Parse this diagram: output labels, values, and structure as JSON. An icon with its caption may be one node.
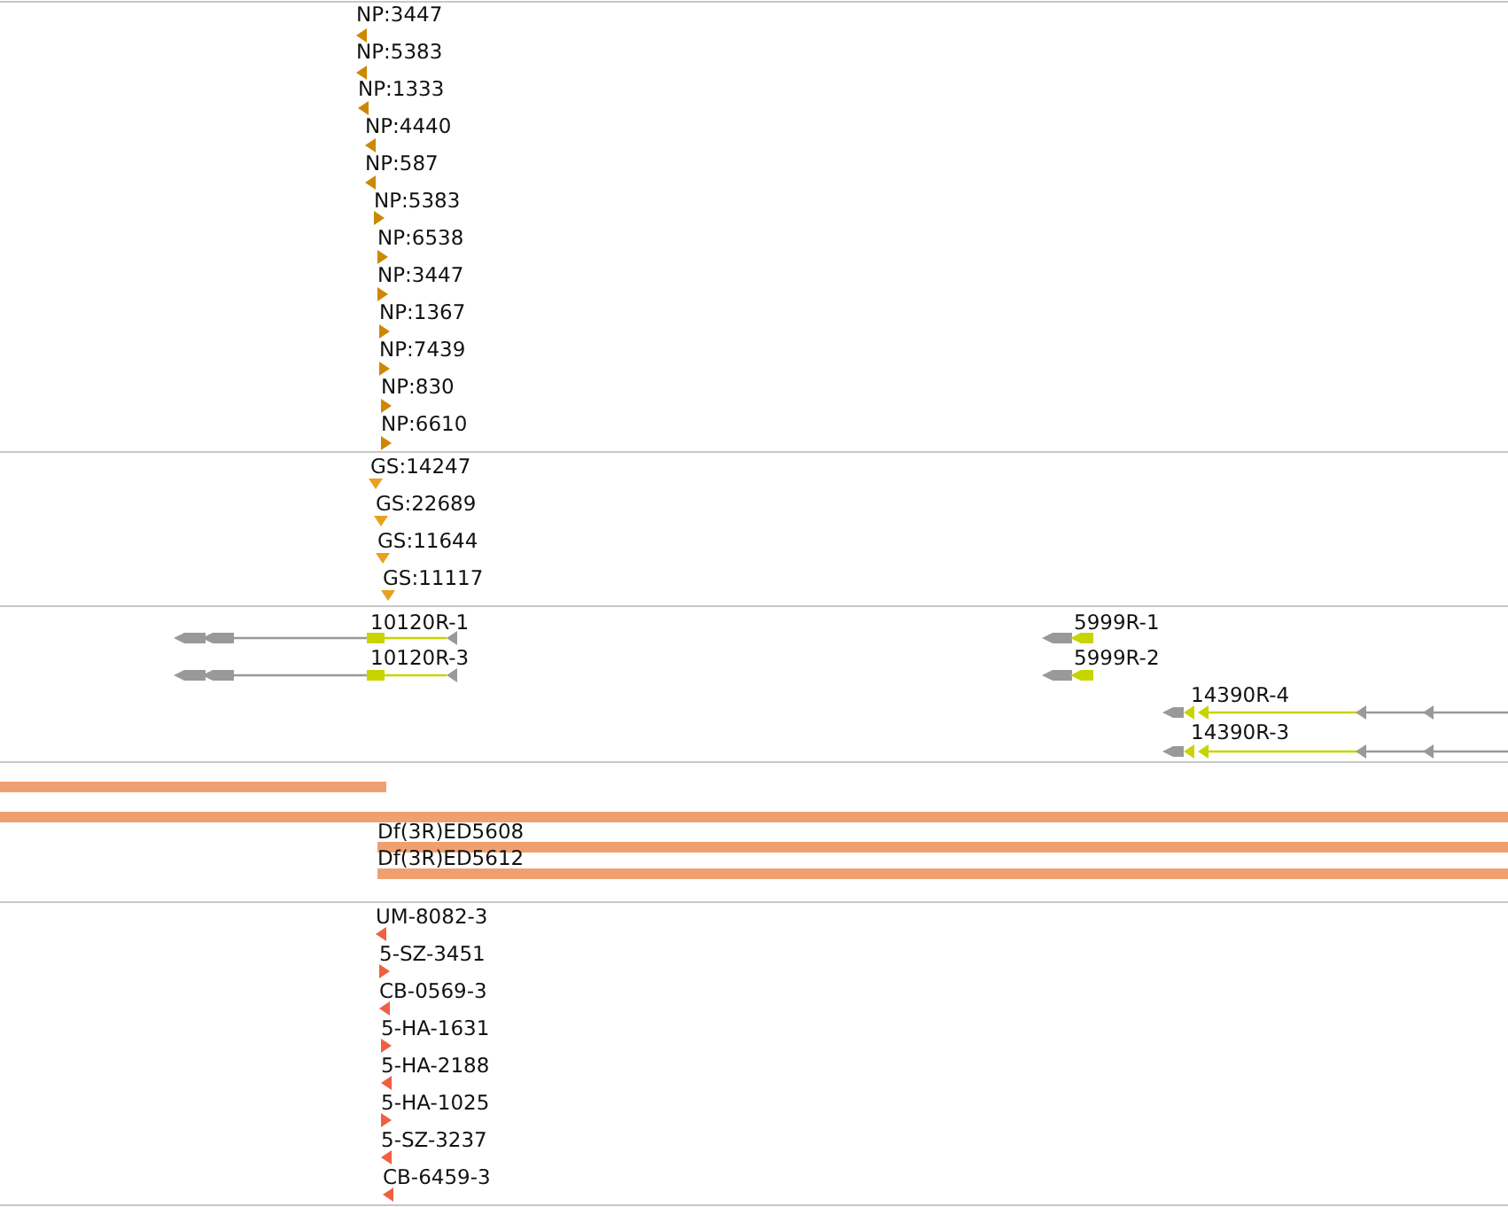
{
  "diagram": {
    "labels": [
      "NP:3447",
      "NP:5383",
      "NP:1333",
      "NP:4440",
      "NP:587",
      "NP:5383",
      "NP:6538",
      "NP:3447",
      "NP:1367",
      "NP:7439",
      "NP:830",
      "NP:6610",
      "GS:14247",
      "GS:22689",
      "GS:11644",
      "GS:11117",
      "10120R-1",
      "5999R-1",
      "10120R-3",
      "5999R-2",
      "14390R-4",
      "14390R-3",
      "Df(3R)ED5608",
      "Df(3R)ED5612",
      "UM-8082-3",
      "5-SZ-3451",
      "CB-0569-3",
      "5-HA-1631",
      "5-HA-2188",
      "5-HA-1025",
      "5-SZ-3237",
      "CB-6459-3"
    ]
  }
}
